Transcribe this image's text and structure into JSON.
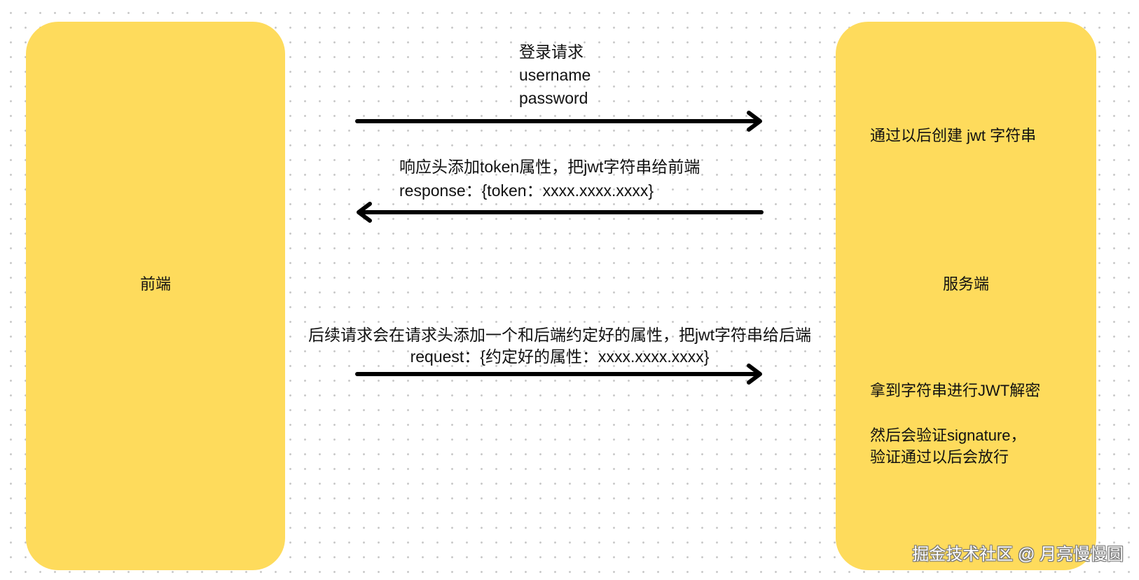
{
  "frontend": {
    "title": "前端"
  },
  "server": {
    "title": "服务端",
    "note_create": "通过以后创建 jwt 字符串",
    "note_decode": "拿到字符串进行JWT解密",
    "note_verify_1": "然后会验证signature，",
    "note_verify_2": "验证通过以后会放行"
  },
  "login_arrow": {
    "line1": "登录请求",
    "line2": "username",
    "line3": "password",
    "direction": "right"
  },
  "response_arrow": {
    "line1": "响应头添加token属性，把jwt字符串给前端",
    "line2": "response：{token：xxxx.xxxx.xxxx}",
    "direction": "left"
  },
  "followup_arrow": {
    "line1": "后续请求会在请求头添加一个和后端约定好的属性，把jwt字符串给后端",
    "line2": "request：{约定好的属性：xxxx.xxxx.xxxx}",
    "direction": "right"
  },
  "watermark": "掘金技术社区 @ 月亮慢慢圆",
  "colors": {
    "box_fill": "#fedb5c",
    "arrow": "#000000",
    "background": "#ffffff",
    "grid_dot": "#c9c9c9"
  }
}
